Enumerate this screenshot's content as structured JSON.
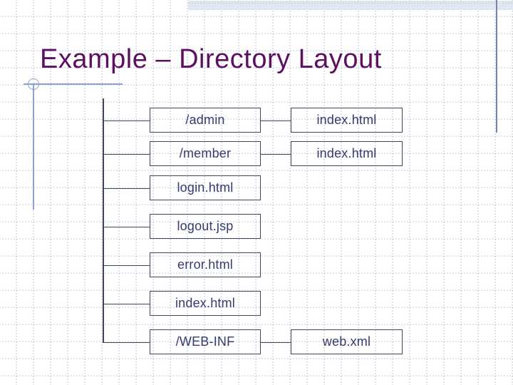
{
  "slide": {
    "title": "Example – Directory Layout"
  },
  "tree": {
    "nodes": [
      {
        "label": "/admin",
        "child": "index.html"
      },
      {
        "label": "/member",
        "child": "index.html"
      },
      {
        "label": "login.html"
      },
      {
        "label": "logout.jsp"
      },
      {
        "label": "error.html"
      },
      {
        "label": "index.html"
      },
      {
        "label": "/WEB-INF",
        "child": "web.xml"
      }
    ]
  },
  "colors": {
    "title": "#5f0f62",
    "node_text": "#343b6e",
    "line": "#3f4659",
    "accent_blue": "#8ea0cd",
    "accent_strong": "#7384b5",
    "band_blue": "#c3d2e8"
  }
}
